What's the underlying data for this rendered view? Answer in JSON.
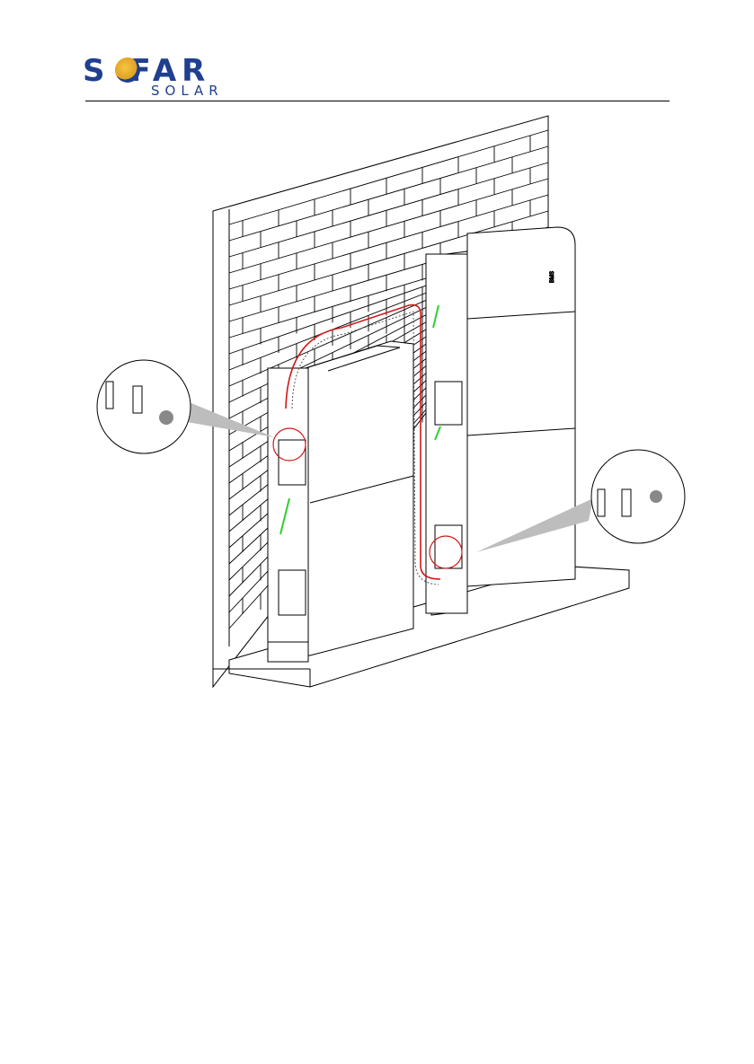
{
  "header": {
    "brand_logo": "SOFAR SOLAR",
    "rule": true
  },
  "figure": {
    "icons": [
      "brick-wall",
      "battery-stack-left",
      "battery-stack-right",
      "power-cable",
      "detail-magnifier-left",
      "detail-magnifier-right"
    ],
    "colors": {
      "cable_red": "#d01818",
      "ground_green": "#2fcf2f",
      "highlight_circle": "#d01818",
      "line": "#000000"
    }
  }
}
